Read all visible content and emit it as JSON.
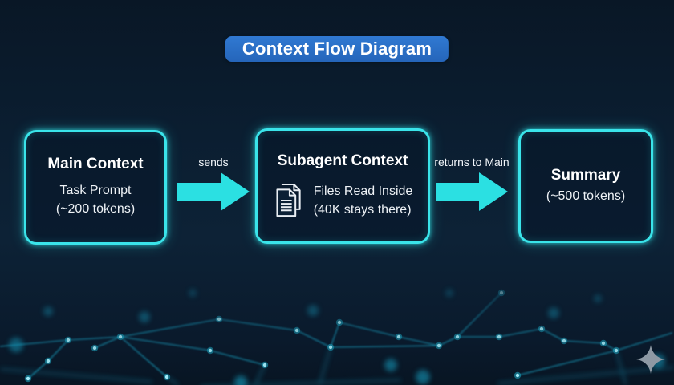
{
  "title": "Context Flow Diagram",
  "nodes": [
    {
      "id": "main",
      "heading": "Main Context",
      "lines": [
        "Task Prompt",
        "(~200 tokens)"
      ]
    },
    {
      "id": "subagent",
      "heading": "Subagent Context",
      "lines": [
        "Files Read Inside",
        "(40K stays there)"
      ],
      "icon": "documents-icon"
    },
    {
      "id": "summary",
      "heading": "Summary",
      "lines": [
        "(~500 tokens)"
      ]
    }
  ],
  "arrows": [
    {
      "label": "sends",
      "from": "main",
      "to": "subagent"
    },
    {
      "label": "returns to Main",
      "from": "subagent",
      "to": "summary"
    }
  ],
  "decorations": {
    "sparkle_icon": "sparkle-icon",
    "background": "network-plexus"
  },
  "colors": {
    "background_top": "#091726",
    "background_mid": "#0d2236",
    "accent_cyan": "#3ae4ea",
    "arrow_cyan": "#2be0e2",
    "banner_blue": "#2a6dc6",
    "text": "#ffffff",
    "sparkle_gray": "#8e99a4",
    "plexus_cyan": "#1db4d6"
  }
}
